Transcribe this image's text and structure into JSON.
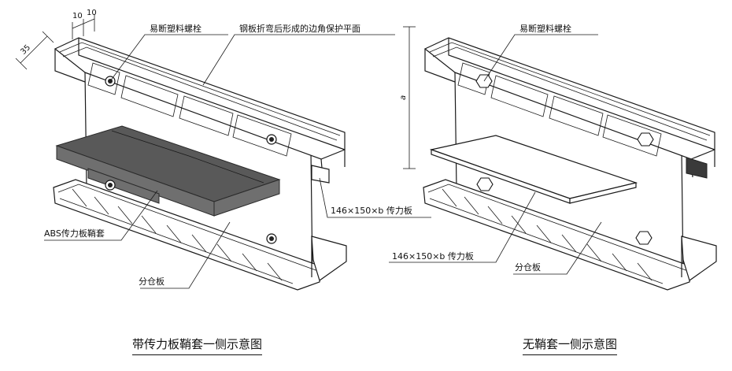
{
  "left_figure": {
    "dims": {
      "d1": "10",
      "d2": "10",
      "d3": "35"
    },
    "labels": {
      "bolt": "易断塑料螺栓",
      "edge_plane": "钢板折弯后形成的边角保护平面",
      "plate": "146×150×b 传力板",
      "sleeve": "ABS传力板鞘套",
      "divider": "分仓板"
    },
    "caption": "带传力板鞘套一侧示意图"
  },
  "right_figure": {
    "dims": {
      "height": "a"
    },
    "labels": {
      "bolt": "易断塑料螺栓",
      "plate": "146×150×b 传力板",
      "divider": "分仓板"
    },
    "caption": "无鞘套一侧示意图"
  }
}
